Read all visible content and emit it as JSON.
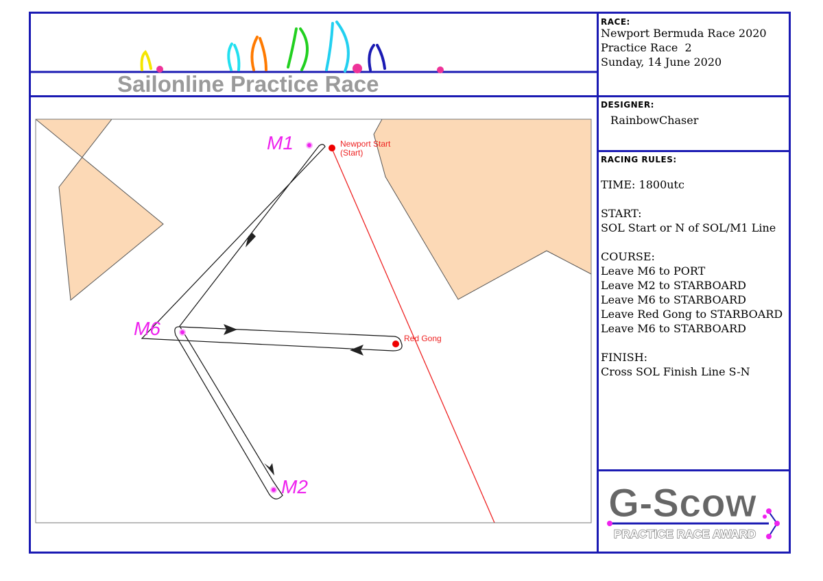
{
  "header": {
    "title": "Sailonline Practice Race"
  },
  "race": {
    "label": "RACE:",
    "lines": [
      "Newport Bermuda Race 2020",
      "Practice Race  2",
      "Sunday, 14 June 2020"
    ]
  },
  "designer": {
    "label": "DESIGNER:",
    "name": "RainbowChaser"
  },
  "rules": {
    "label": "RACING RULES:",
    "time": "TIME: 1800utc",
    "start_heading": "START:",
    "start": "SOL Start or N of SOL/M1 Line",
    "course_heading": "COURSE:",
    "course": [
      "Leave M6 to PORT",
      "Leave M2 to STARBOARD",
      "Leave M6 to STARBOARD",
      "Leave Red Gong to STARBOARD",
      "Leave M6 to STARBOARD"
    ],
    "finish_heading": "FINISH:",
    "finish": "Cross SOL Finish Line S-N"
  },
  "map": {
    "marks": {
      "m1": "M1",
      "m6": "M6",
      "m2": "M2"
    },
    "start_label_1": "Newport Start",
    "start_label_2": "(Start)",
    "red_gong": "Red Gong"
  },
  "award": {
    "title": "G-Scow",
    "subtitle": "PRACTICE RACE AWARD"
  },
  "colors": {
    "frame": "#1a1ab3",
    "land": "#fcd9b6",
    "mark_magenta": "#ee22ee",
    "mark_red": "#ee0000"
  }
}
